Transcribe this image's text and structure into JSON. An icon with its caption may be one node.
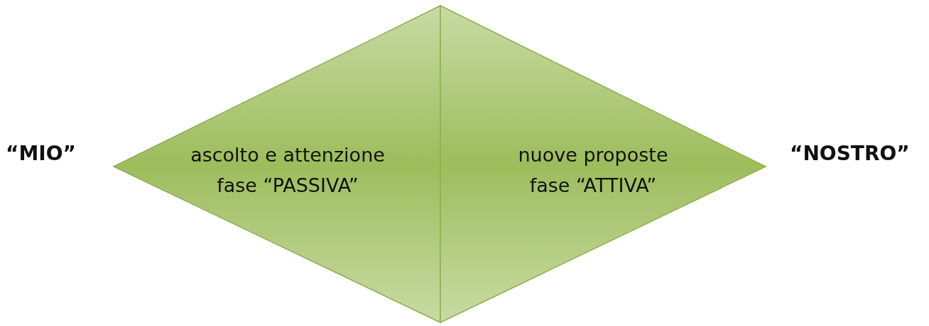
{
  "diagram": {
    "nodes": [
      {
        "text": [
          "ascolto e attenzione",
          "fase “PASSIVA”"
        ]
      },
      {
        "text": [
          "nuove proposte",
          "fase “ATTIVA”"
        ]
      }
    ],
    "labels": [
      "“MIO”",
      "“NOSTRO”"
    ]
  }
}
